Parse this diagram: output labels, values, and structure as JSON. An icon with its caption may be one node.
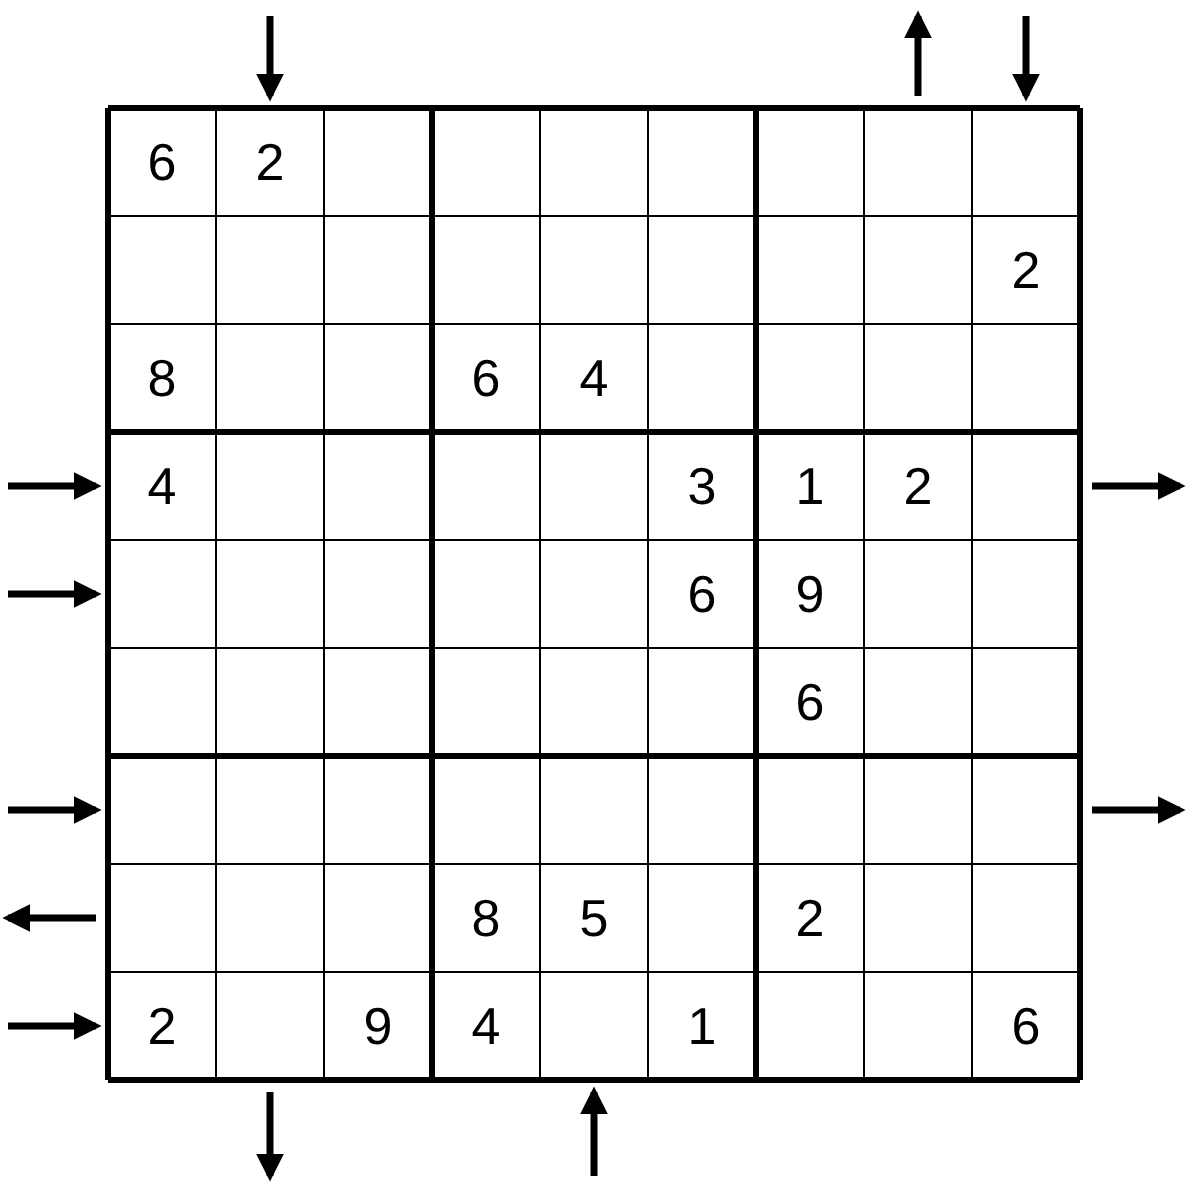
{
  "diagram": {
    "labels": [
      "6",
      "2",
      "2",
      "8",
      "6",
      "4",
      "4",
      "3",
      "1",
      "2",
      "6",
      "9",
      "6",
      "8",
      "5",
      "2",
      "2",
      "9",
      "4",
      "1",
      "6"
    ]
  }
}
